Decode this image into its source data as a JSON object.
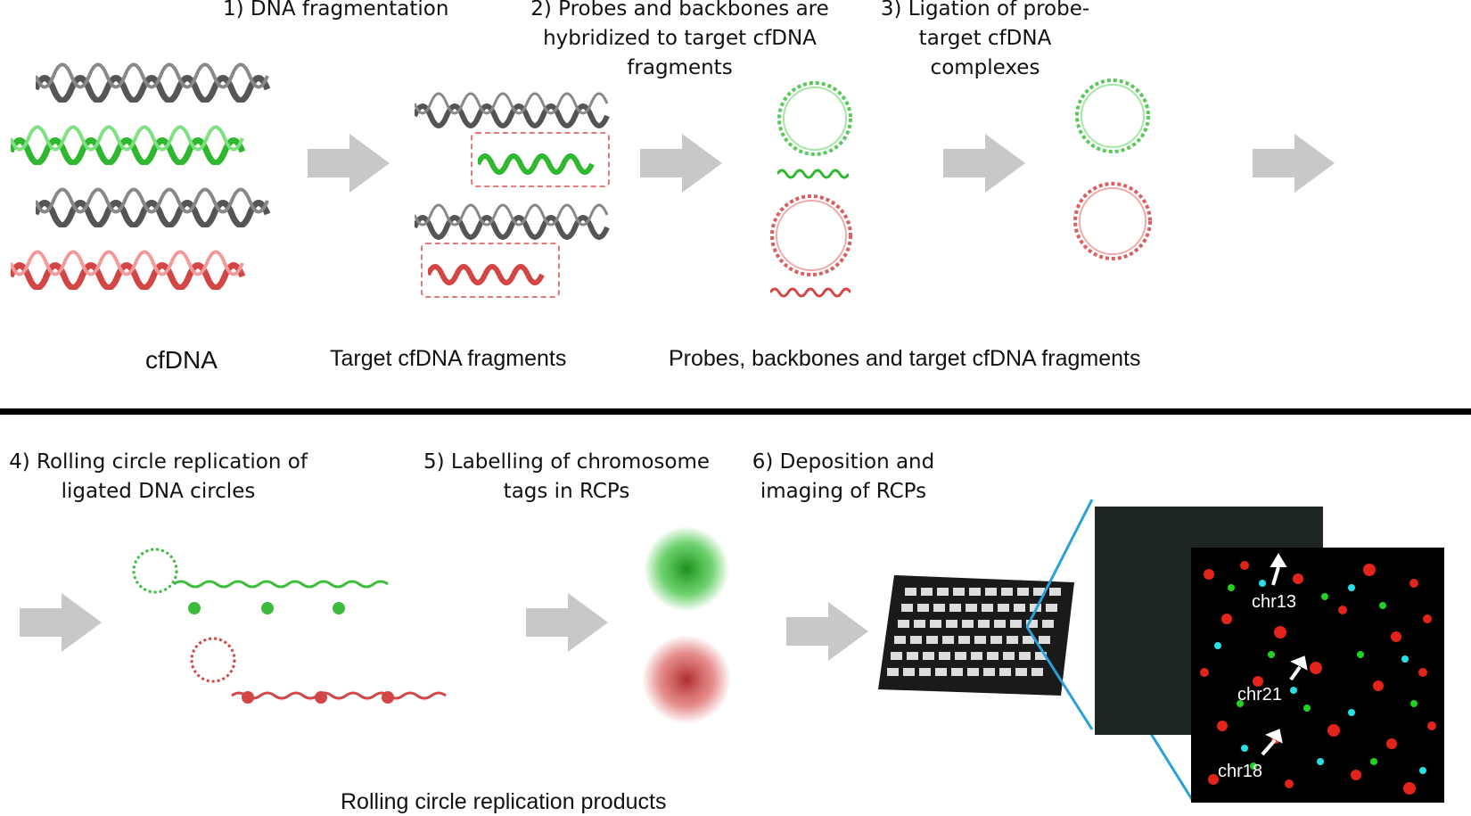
{
  "steps": {
    "s1": "1) DNA fragmentation",
    "s2_l1": "2) Probes and backbones are",
    "s2_l2": "hybridized to target cfDNA",
    "s2_l3": "fragments",
    "s3_l1": "3) Ligation of probe-",
    "s3_l2": "target cfDNA",
    "s3_l3": "complexes",
    "s4_l1": "4) Rolling circle replication of",
    "s4_l2": "ligated DNA circles",
    "s5_l1": "5) Labelling of chromosome",
    "s5_l2": "tags in RCPs",
    "s6_l1": "6) Deposition and",
    "s6_l2": "imaging of RCPs"
  },
  "captions": {
    "cfdna": "cfDNA",
    "target": "Target cfDNA fragments",
    "probes": "Probes, backbones and target cfDNA fragments",
    "rcp": "Rolling circle replication products"
  },
  "microscopy": {
    "chr13": "chr13",
    "chr21": "chr21",
    "chr18": "chr18"
  },
  "colors": {
    "green": "#2fb82f",
    "red": "#d24646",
    "gray": "#555555",
    "arrow": "#c8c8c8",
    "cyan": "#2aa0d8"
  }
}
